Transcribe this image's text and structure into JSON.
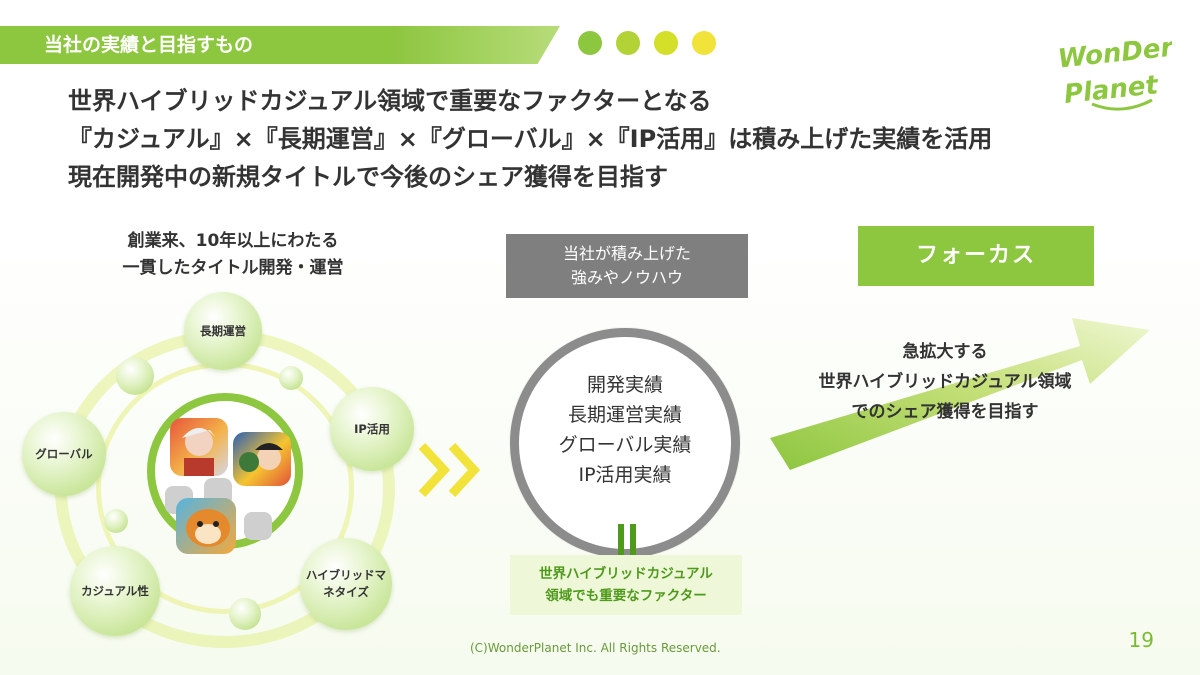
{
  "header": {
    "title": "当社の実績と目指すもの"
  },
  "decor_dots": [
    {
      "color": "#8dc63f"
    },
    {
      "color": "#b2d235"
    },
    {
      "color": "#d3df28"
    },
    {
      "color": "#f2e33a"
    }
  ],
  "logo": {
    "line1": "WonDer",
    "line2": "Planet",
    "color": "#8dc63f"
  },
  "headline": {
    "line1": "世界ハイブリッドカジュアル領域で重要なファクターとなる",
    "line2": "『カジュアル』×『長期運営』×『グローバル』×『IP活用』は積み上げた実績を活用",
    "line3": "現在開発中の新規タイトルで今後のシェア獲得を目指す"
  },
  "left": {
    "caption_line1": "創業来、10年以上にわたる",
    "caption_line2": "一貫したタイトル開発・運営",
    "bubbles": {
      "long_term": "長期運営",
      "ip": "IP活用",
      "global": "グローバル",
      "casual": "カジュアル性",
      "hybrid_line1": "ハイブリッドマ",
      "hybrid_line2": "ネタイズ"
    }
  },
  "center": {
    "know_line1": "当社が積み上げた",
    "know_line2": "強みやノウハウ",
    "ring_lines": [
      "開発実績",
      "長期運営実績",
      "グローバル実績",
      "IP活用実績"
    ],
    "factor_line1": "世界ハイブリッドカジュアル",
    "factor_line2": "領域でも重要なファクター"
  },
  "right": {
    "focus_label": "フォーカス",
    "text_line1": "急拡大する",
    "text_line2": "世界ハイブリッドカジュアル領域",
    "text_line3": "でのシェア獲得を目指す"
  },
  "footer": {
    "copyright": "(C)WonderPlanet Inc.  All Rights Reserved.",
    "page": "19"
  },
  "colors": {
    "brand_green": "#8dc63f",
    "grey": "#7f7f7f",
    "ring_grey": "#8c8c8c",
    "chevron_yellow": "#f2e33a"
  }
}
